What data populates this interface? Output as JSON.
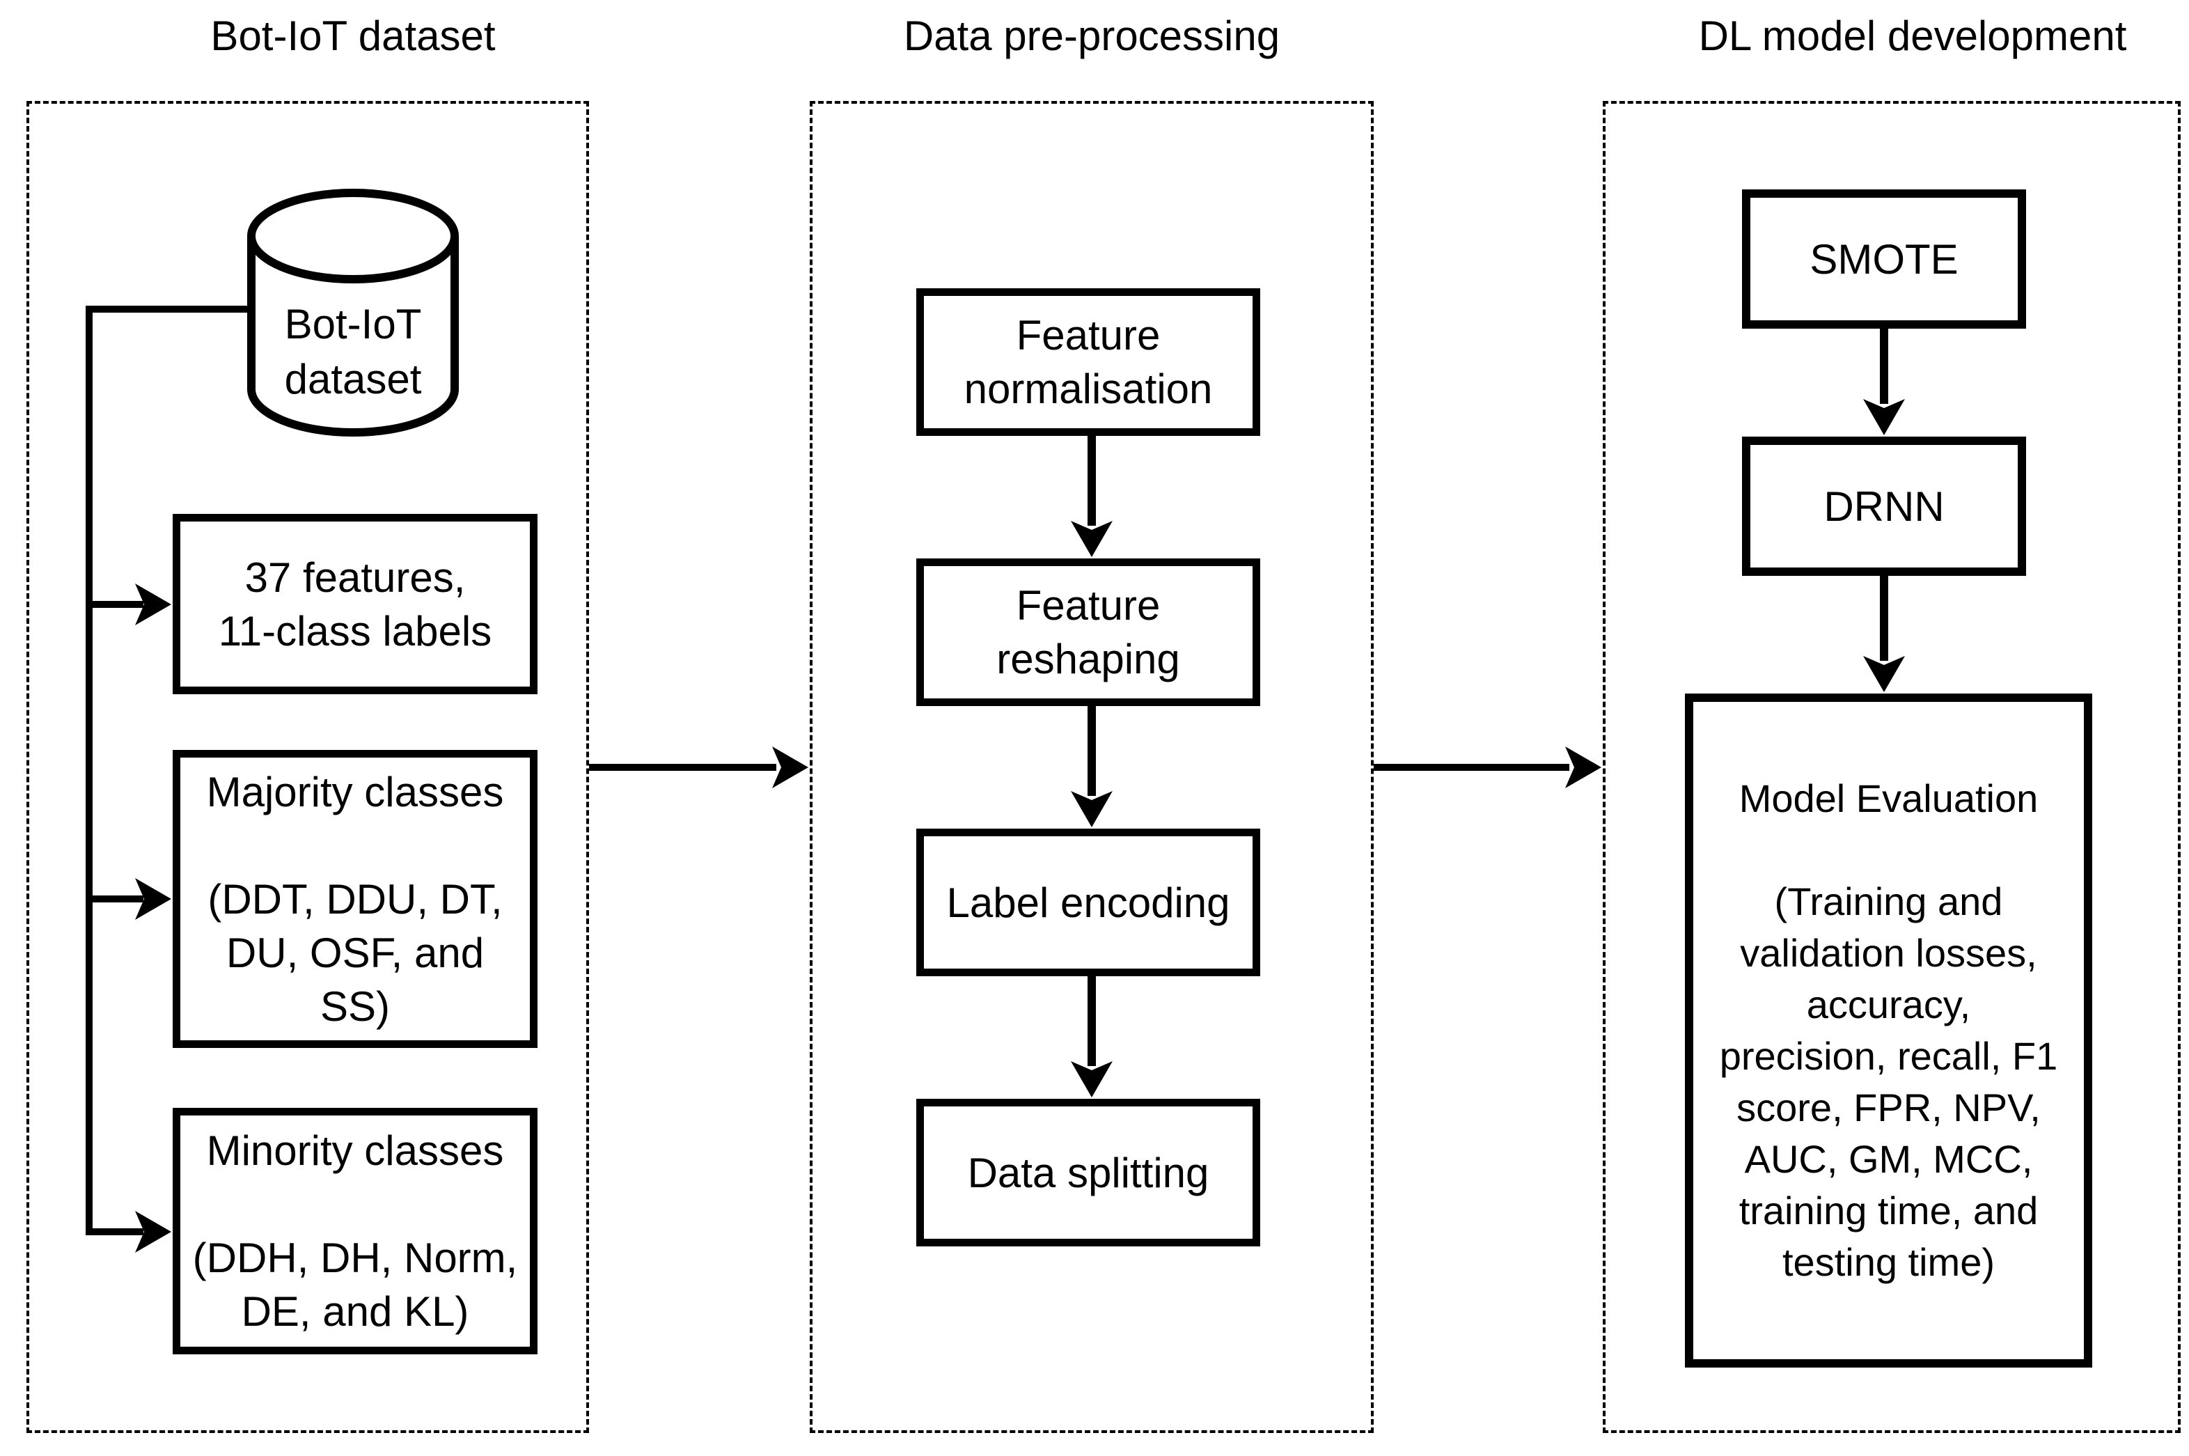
{
  "diagram": {
    "columns": {
      "dataset": {
        "title": "Bot-IoT dataset",
        "cylinder": {
          "line1": "Bot-IoT",
          "line2": "dataset"
        },
        "features_box": {
          "line1": "37 features,",
          "line2": "11-class labels"
        },
        "majority_box": {
          "title": "Majority classes",
          "detail1": "(DDT, DDU, DT,",
          "detail2": "DU, OSF, and",
          "detail3": "SS)"
        },
        "minority_box": {
          "title": "Minority classes",
          "detail1": "(DDH, DH, Norm,",
          "detail2": "DE, and KL)"
        }
      },
      "preprocessing": {
        "title": "Data pre-processing",
        "steps": [
          {
            "line1": "Feature",
            "line2": "normalisation"
          },
          {
            "line1": "Feature",
            "line2": "reshaping"
          },
          {
            "line1": "Label encoding"
          },
          {
            "line1": "Data splitting"
          }
        ]
      },
      "model": {
        "title": "DL model development",
        "smote_label": "SMOTE",
        "drnn_label": "DRNN",
        "evaluation_box": {
          "title": "Model Evaluation",
          "lines": [
            "(Training and",
            "validation losses,",
            "accuracy,",
            "precision, recall, F1",
            "score, FPR, NPV,",
            "AUC, GM, MCC,",
            "training time, and",
            "testing time)"
          ]
        }
      }
    },
    "colors": {
      "ink": "#000000",
      "paper": "#ffffff"
    }
  }
}
